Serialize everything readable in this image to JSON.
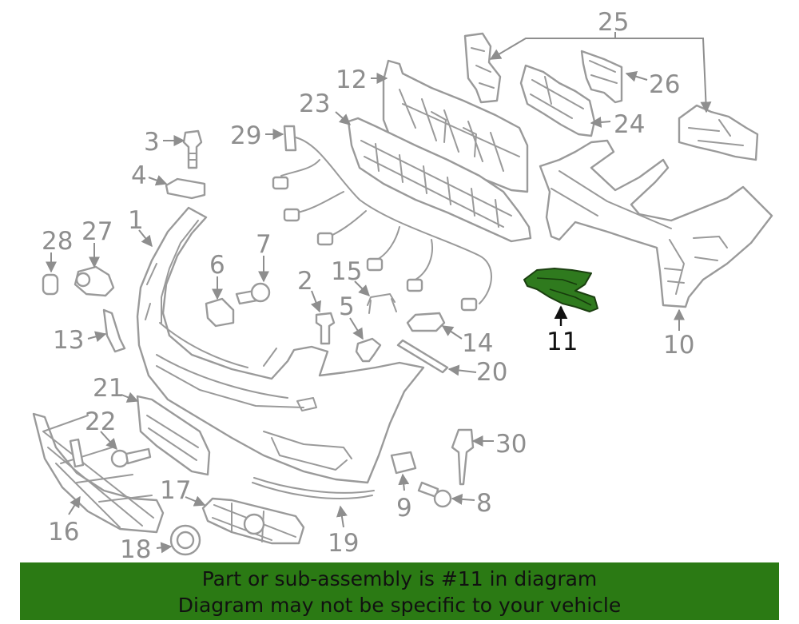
{
  "diagram": {
    "callouts": {
      "c1": "1",
      "c2": "2",
      "c3": "3",
      "c4": "4",
      "c5": "5",
      "c6": "6",
      "c7": "7",
      "c8": "8",
      "c9": "9",
      "c10": "10",
      "c11": "11",
      "c12": "12",
      "c13": "13",
      "c14": "14",
      "c15": "15",
      "c16": "16",
      "c17": "17",
      "c18": "18",
      "c19": "19",
      "c20": "20",
      "c21": "21",
      "c22": "22",
      "c23": "23",
      "c24": "24",
      "c25": "25",
      "c26": "26",
      "c27": "27",
      "c28": "28",
      "c29": "29",
      "c30": "30"
    },
    "highlighted_part": "11",
    "colors": {
      "highlight": "#2f7a1e",
      "banner": "#2b7a14",
      "line": "#9a9a9a"
    }
  },
  "banner": {
    "line1": "Part or sub-assembly is #11 in diagram",
    "line2": "Diagram may not be specific to your vehicle"
  }
}
